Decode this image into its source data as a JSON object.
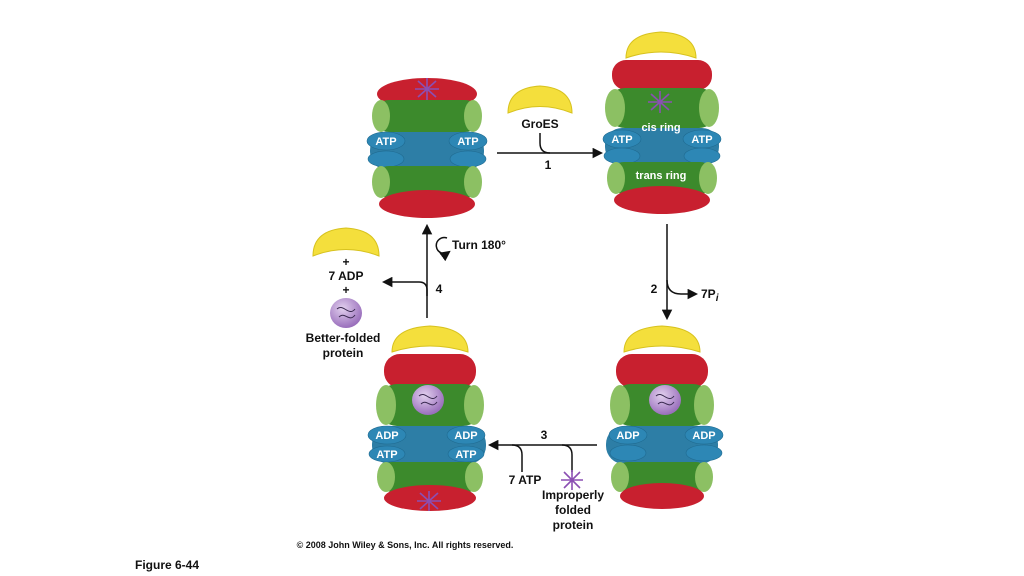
{
  "labels": {
    "groes": "GroES",
    "atp": "ATP",
    "adp": "ADP",
    "cis_ring": "cis ring",
    "trans_ring": "trans ring",
    "step1": "1",
    "step2": "2",
    "step3": "3",
    "step4": "4",
    "pi_main": "7P",
    "pi_sub": "i",
    "seven_atp": "7 ATP",
    "turn": "Turn 180°",
    "plus": "+",
    "seven_adp": "7 ADP",
    "better_folded_1": "Better-folded",
    "better_folded_2": "protein",
    "improperly_1": "Improperly",
    "improperly_2": "folded",
    "improperly_3": "protein",
    "copyright": "© 2008 John Wiley & Sons, Inc. All rights reserved.",
    "figure": "Figure 6-44"
  },
  "colors": {
    "groes_fill": "#f4df3c",
    "red_cap": "#c8202f",
    "green_ring": "#3c8a2c",
    "light_green": "#8cc063",
    "blue_ring": "#2d7ea6",
    "nucleotide_oval": "#2d87b5",
    "protein_purple": "#b088c8",
    "arrow": "#111111"
  }
}
